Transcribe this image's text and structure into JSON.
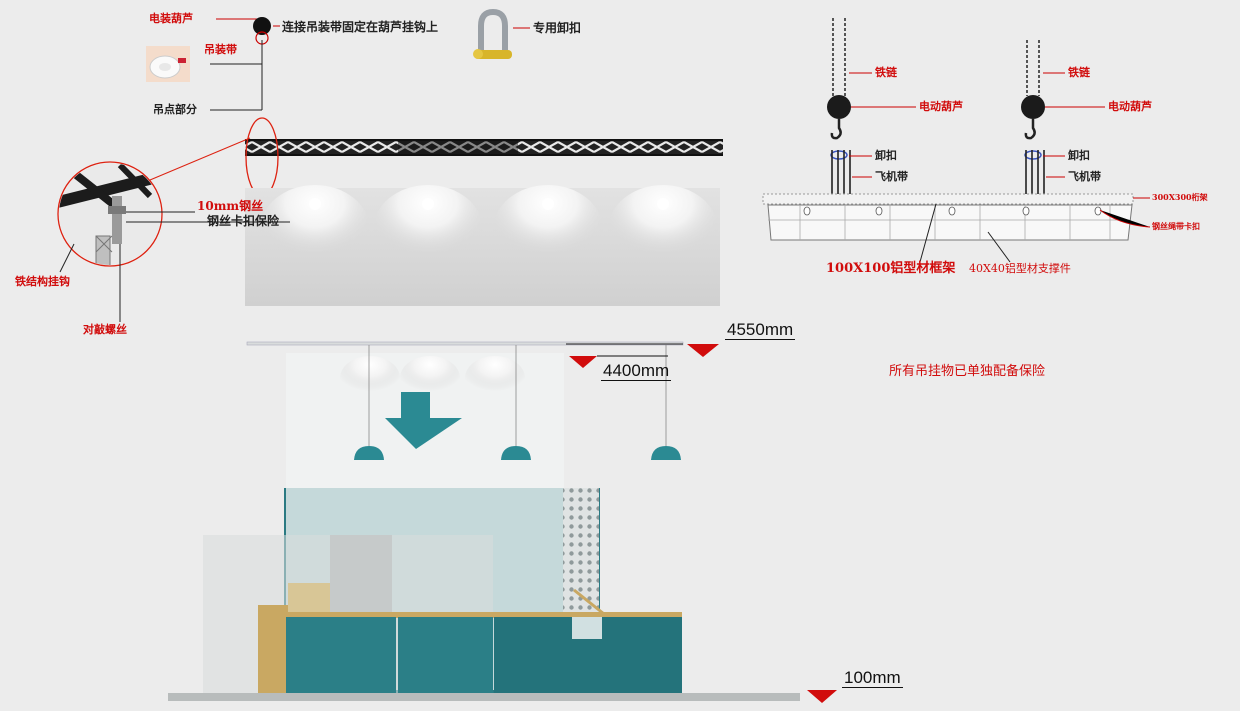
{
  "rigging": {
    "hoist_label": "电装葫芦",
    "connect_label": "连接吊装带固定在葫芦挂钩上",
    "shackle_label": "专用卸扣",
    "sling_label": "吊装带",
    "hanging_point_label": "吊点部分",
    "wire_label": "10mm钢丝",
    "clip_label": "钢丝卡扣保险",
    "truss_hook_label": "铁结构挂钩",
    "bolt_label": "对敲螺丝"
  },
  "chain_diagram": {
    "chain_label_left": "铁链",
    "chain_label_right": "铁链",
    "motor_left": "电动葫芦",
    "motor_right": "电动葫芦",
    "shackle_left": "卸扣",
    "shackle_right": "卸扣",
    "strap_left": "飞机带",
    "strap_right": "飞机带",
    "truss_label": "300X300桁架",
    "wire_strap_label": "钢丝绳带卡扣",
    "frame_label": "100X100铝型材框架",
    "support_label": "40X40铝型材支撑件"
  },
  "dimensions": {
    "top_height": "4550mm",
    "banner_height": "4400mm",
    "floor_height": "100mm"
  },
  "note": "所有吊挂物已单独配备保险",
  "colors": {
    "annotation_red": "#d10c0c",
    "booth_teal": "#2a7a82",
    "lamp_teal": "#2b8a93"
  }
}
